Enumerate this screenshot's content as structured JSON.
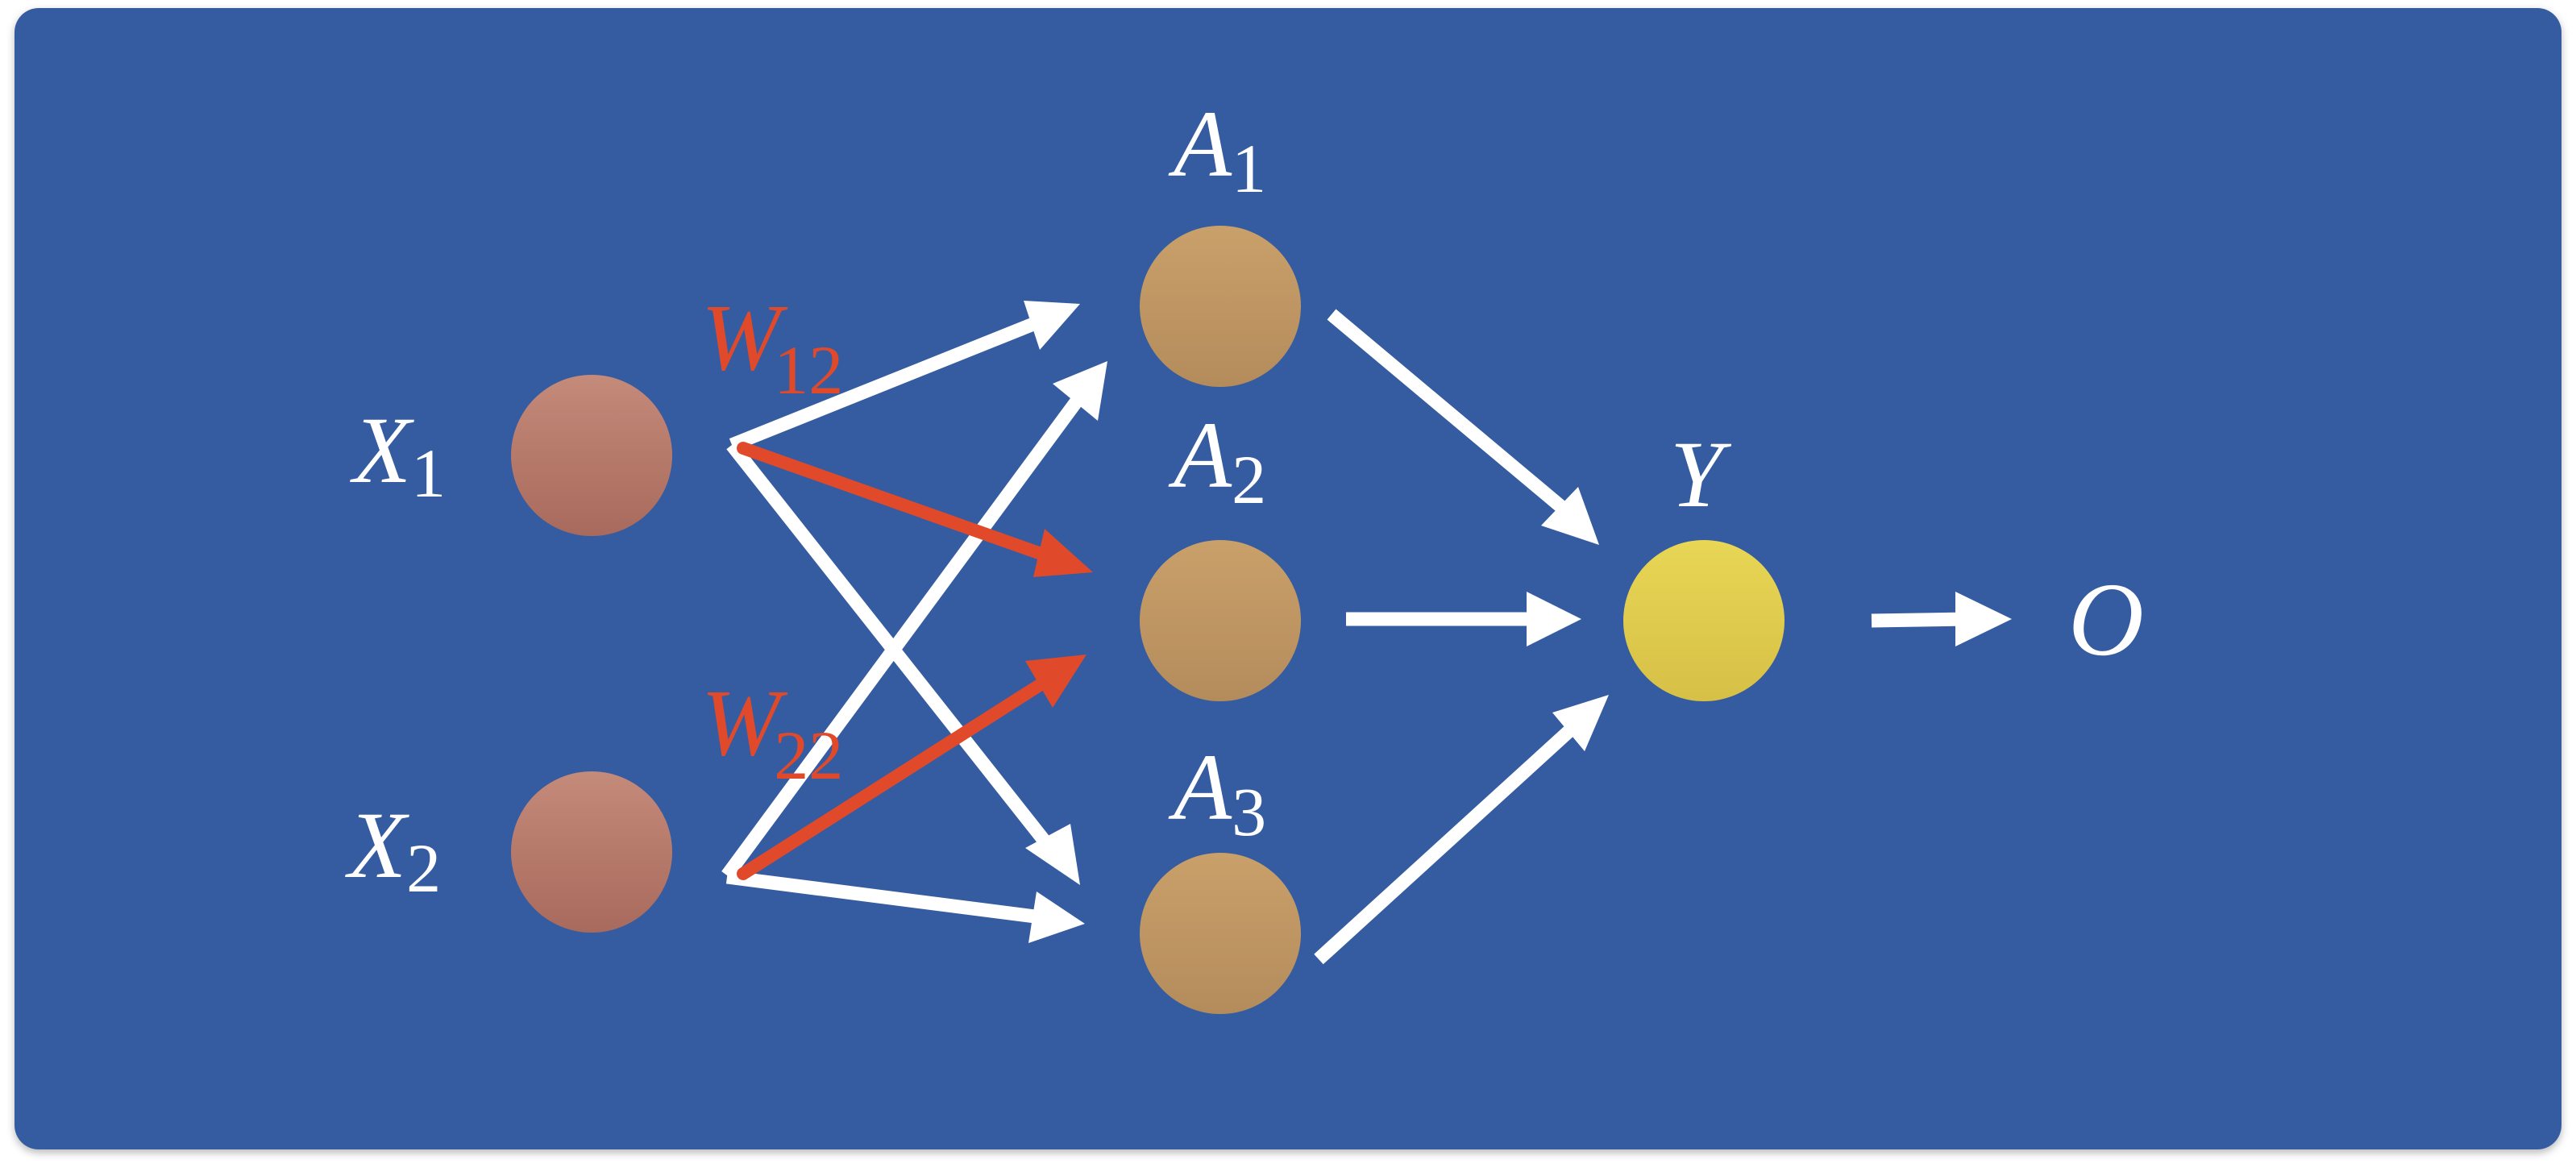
{
  "colors": {
    "background": "#365ca0",
    "input_node": "#a86a5c",
    "input_node_light": "#c48a7a",
    "hidden_node": "#b48c5c",
    "hidden_node_light": "#c9a06a",
    "output_node": "#d6c046",
    "output_node_light": "#e8d655",
    "arrow": "#ffffff",
    "weight_arrow": "#e04a2a",
    "label": "#ffffff",
    "weight_label": "#e04a2a"
  },
  "labels": {
    "x1": {
      "main": "X",
      "sub": "1"
    },
    "x2": {
      "main": "X",
      "sub": "2"
    },
    "a1": {
      "main": "A",
      "sub": "1"
    },
    "a2": {
      "main": "A",
      "sub": "2"
    },
    "a3": {
      "main": "A",
      "sub": "3"
    },
    "y": {
      "main": "Y"
    },
    "o": {
      "main": "O"
    },
    "w12": {
      "main": "W",
      "sub": "12"
    },
    "w22": {
      "main": "W",
      "sub": "22"
    }
  }
}
